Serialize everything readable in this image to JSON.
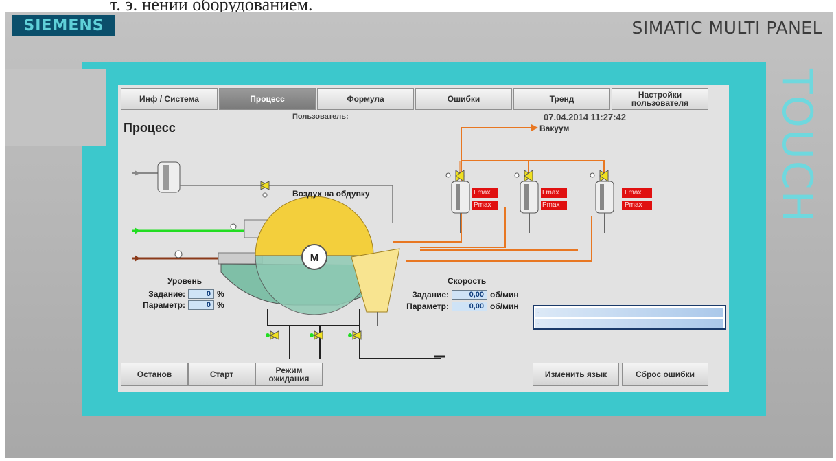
{
  "header": {
    "caption": "т. э.    нении оборудованием.",
    "brand": "SIEMENS",
    "panel_title": "SIMATIC MULTI PANEL",
    "side_label": "TOUCH"
  },
  "tabs": [
    {
      "label": "Инф / Система"
    },
    {
      "label": "Процесс",
      "active": true
    },
    {
      "label": "Формула"
    },
    {
      "label": "Ошибки"
    },
    {
      "label": "Тренд"
    },
    {
      "label": "Настройки пользователя"
    }
  ],
  "status": {
    "user_label": "Пользователь:",
    "datetime": "07.04.2014 11:27:42"
  },
  "process": {
    "title": "Процесс",
    "vacuum_label": "Вакуум",
    "air_label": "Воздух на обдувку",
    "motor_label": "M",
    "filters": [
      {
        "lmax": "Lmax",
        "pmax": "Pmax"
      },
      {
        "lmax": "Lmax",
        "pmax": "Pmax"
      },
      {
        "lmax": "Lmax",
        "pmax": "Pmax"
      }
    ]
  },
  "level": {
    "title": "Уровень",
    "setpoint_label": "Задание:",
    "setpoint_value": "0",
    "setpoint_unit": "%",
    "actual_label": "Параметр:",
    "actual_value": "0",
    "actual_unit": "%"
  },
  "speed": {
    "title": "Скорость",
    "setpoint_label": "Задание:",
    "setpoint_value": "0,00",
    "setpoint_unit": "об/мин",
    "actual_label": "Параметр:",
    "actual_value": "0,00",
    "actual_unit": "об/мин"
  },
  "messages": {
    "line1": "-",
    "line2": "-"
  },
  "buttons": {
    "stop": "Останов",
    "start": "Старт",
    "standby": "Режим ожидания",
    "change_language": "Изменить язык",
    "reset_errors": "Сброс ошибки"
  },
  "colors": {
    "frame": "#3cc8cc",
    "screen": "#e2e2e2",
    "brand_bg": "#0b4f6b",
    "alarm_red": "#e01010",
    "pipe_orange": "#e87722",
    "pipe_green": "#22dd22",
    "pipe_brown": "#8b3a1a",
    "drum_yellow": "#f3cf3c",
    "drum_teal": "#7fbfa7"
  }
}
